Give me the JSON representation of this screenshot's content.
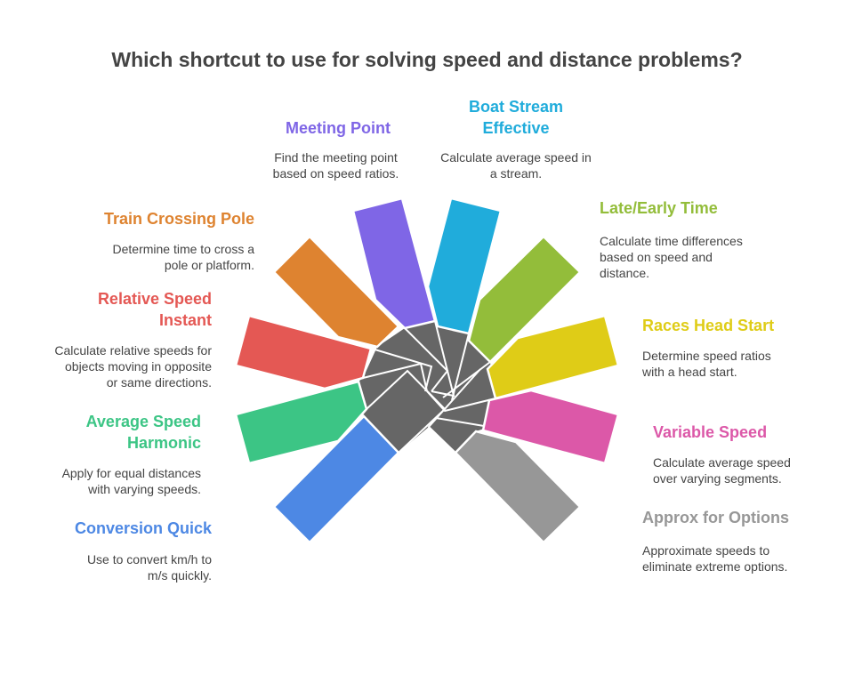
{
  "title": "Which shortcut to use for solving speed and distance problems?",
  "items": [
    {
      "label": "Meeting Point",
      "desc": "Find the meeting point based on speed ratios.",
      "color": "#7f66e6"
    },
    {
      "label": "Boat Stream Effective",
      "desc": "Calculate average speed in a stream.",
      "color": "#20acdb"
    },
    {
      "label": "Late/Early Time",
      "desc": "Calculate time differences based on speed and distance.",
      "color": "#93bd3a"
    },
    {
      "label": "Races Head Start",
      "desc": "Determine speed ratios with a head start.",
      "color": "#dfcc17"
    },
    {
      "label": "Variable Speed",
      "desc": "Calculate average speed over varying segments.",
      "color": "#dc58a8"
    },
    {
      "label": "Approx for Options",
      "desc": "Approximate speeds to eliminate extreme options.",
      "color": "#979797"
    },
    {
      "label": "Conversion Quick",
      "desc": "Use to convert km/h to m/s quickly.",
      "color": "#4d88e4"
    },
    {
      "label": "Average Speed Harmonic",
      "desc": "Apply for equal distances with varying speeds.",
      "color": "#3cc585"
    },
    {
      "label": "Relative Speed Instant",
      "desc": "Calculate relative speeds for objects moving in opposite or same directions.",
      "color": "#e45854"
    },
    {
      "label": "Train Crossing Pole",
      "desc": "Determine time to cross a pole or platform.",
      "color": "#de8330"
    }
  ]
}
